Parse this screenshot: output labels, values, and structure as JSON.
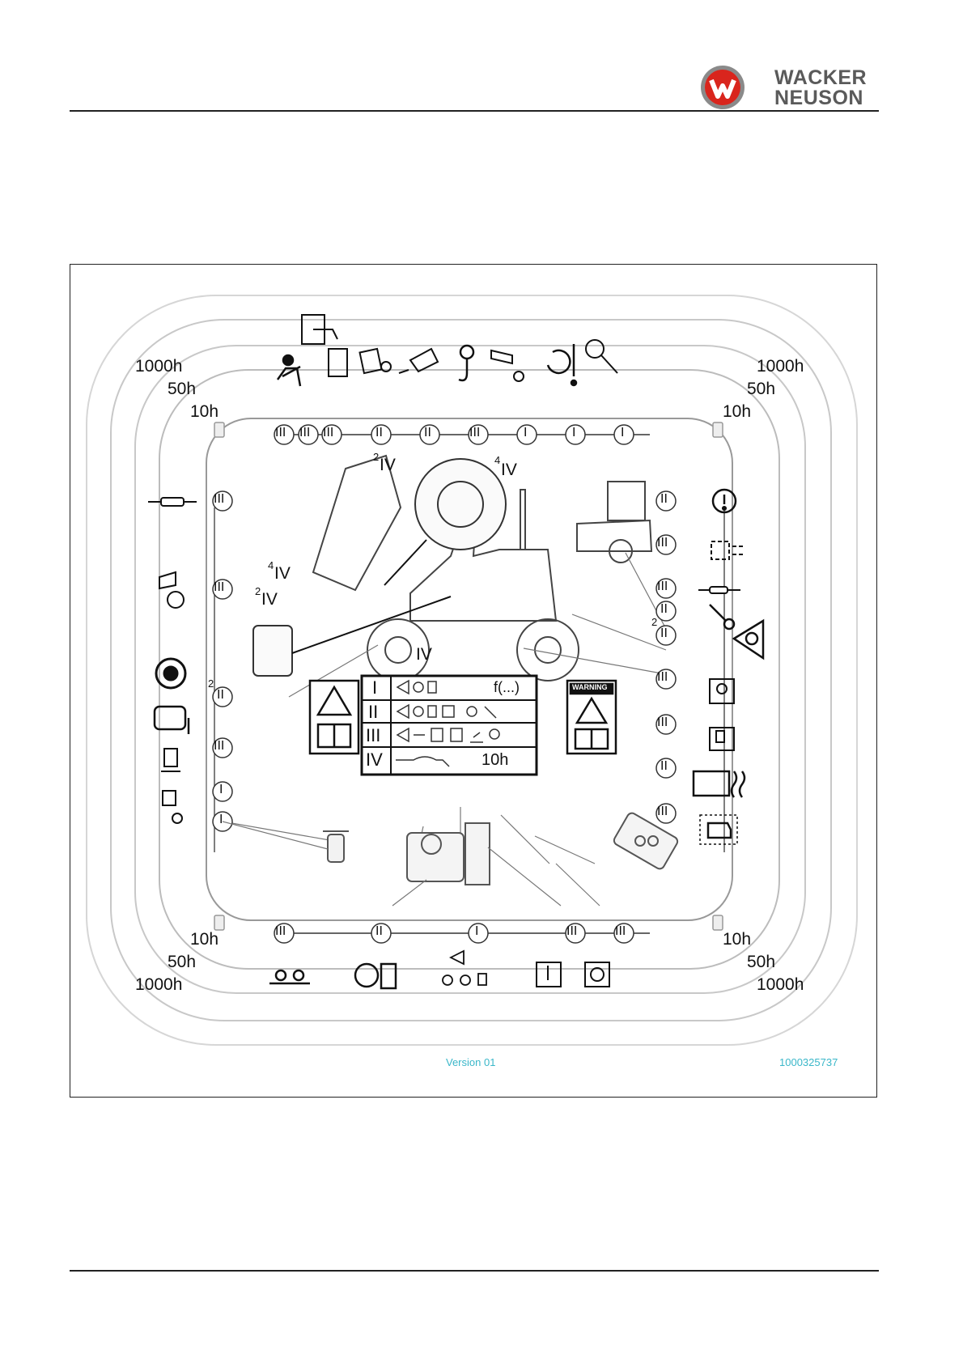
{
  "brand": {
    "line1": "WACKER",
    "line2": "NEUSON",
    "colors": {
      "red": "#d9251d",
      "grey": "#5a5a5a"
    }
  },
  "diagram": {
    "intervals": {
      "outer": "1000h",
      "middle": "50h",
      "inner": "10h"
    },
    "numerals": {
      "i": "I",
      "ii": "II",
      "iii": "III",
      "iv": "IV"
    },
    "footnote": {
      "two": "2",
      "four": "4"
    },
    "legend": {
      "row4_value": "10h",
      "row1_func": "f(...)"
    },
    "warning_label": "WARNING",
    "version": "Version 01",
    "part_number": "1000325737",
    "tag_color": "#3ab7c9"
  }
}
